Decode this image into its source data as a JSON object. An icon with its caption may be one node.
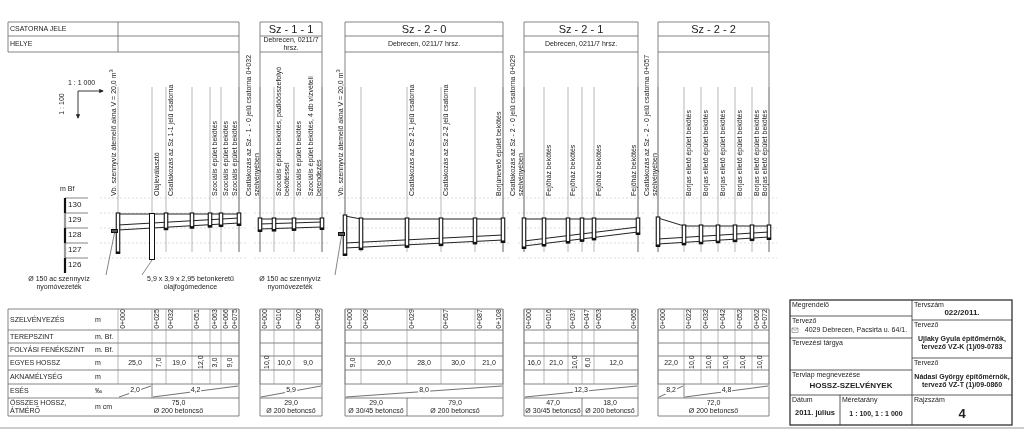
{
  "diagram": {
    "nodes": [
      {
        "text": [
          "Ø 150 ac szennyvíz nyomóvezeték"
        ]
      },
      {
        "text": [
          "5,9 x 3,9 x 2,95 betonkeretű olajfogómedence"
        ]
      },
      {
        "text": [
          "Ø 150 ac szennyvíz nyomóvezeték"
        ]
      },
      {
        "text": [],
        "shape": "bar"
      },
      {
        "text": [],
        "shape": "box"
      },
      {
        "text": [],
        "shape": "bar"
      }
    ],
    "edges": [
      {
        "from": 0,
        "to": 3,
        "arrow": "none"
      },
      {
        "from": 1,
        "to": 4,
        "arrow": "none"
      },
      {
        "from": 2,
        "to": 5,
        "arrow": "none"
      }
    ],
    "labels": [
      "CSATORNA JELE",
      "HELYE",
      "Sz - 1 - 1",
      "Debrecen, 0211/7 hrsz.",
      "Sz - 2 - 0",
      "Debrecen, 0211/7 hrsz.",
      "Sz - 2 - 1",
      "Debrecen, 0211/7 hrsz.",
      "Sz - 2 - 2",
      "1 : 1 000",
      "1 : 100",
      "m Bf",
      "130",
      "129",
      "128",
      "127",
      "126",
      "SZELVÉNYEZÉS",
      "m",
      "TEREPSZINT",
      "m. Bf.",
      "FOLYÁSI FENÉKSZINT",
      "m. Bf.",
      "EGYES HOSSZ",
      "m",
      "AKNAMÉLYSÉG",
      "m",
      "ESÉS",
      "‰",
      "ÖSSZES HOSSZ, ÁTMÉRŐ",
      "m cm",
      "Vb. szennyvíz átemelő akna V = 20,0 m$^{3}$",
      "Olajleválasztó",
      "Csatlakozás az Sz 1-1 jelű csatorna",
      "Szociális épület bekötés",
      "Szociális épület bekötés",
      "Szociális épület bekötés",
      "0+000",
      "0+025",
      "0+032",
      "0+051",
      "0+063",
      "0+066",
      "0+075",
      "25,0",
      "7,0",
      "19,0",
      "12,0",
      "3,0",
      "9,0",
      "2,0",
      "4,2",
      "75,0",
      "Ø 200 betoncső",
      "Csatlakozás az Sz - 1 - 0 jelű csatorna 0+032 szelvényében",
      "Szociális épület bekötés, padlóösszefolyó bekötéssel",
      "Szociális épület bekötés",
      "Szociális épület bekötés, 4 db vízvételi berendezés",
      "0+000",
      "0+010",
      "0+020",
      "0+029",
      "10,0",
      "10,0",
      "9,0",
      "5,9",
      "29,0",
      "Ø 200 betoncső",
      "Vb. szennyvíz átemelő akna V = 20,0 m$^{3}$",
      "Csatlakozás az Sz 2-1 jelű csatorna",
      "Csatlakozás az Sz 2-2 jelű csatorna",
      "Borjúnevelő épület bekötés",
      "0+000",
      "0+009",
      "0+029",
      "0+057",
      "0+087",
      "0+108",
      "9,0",
      "20,0",
      "28,0",
      "30,0",
      "21,0",
      "8,0",
      "29,0",
      "Ø 30/45 betoncső",
      "79,0",
      "Ø 200 betoncső",
      "Csatlakozás az Sz - 2 - 0 jelű csatorna 0+029 szelvényében",
      "Fejőház bekötés",
      "Fejőház bekötés",
      "Fejőház bekötés",
      "Fejőház bekötés",
      "0+000",
      "0+016",
      "0+037",
      "0+047",
      "0+053",
      "0+065",
      "16,0",
      "21,0",
      "10,0",
      "6,0",
      "12,0",
      "12,3",
      "47,0",
      "Ø 30/45 betoncső",
      "18,0",
      "Ø 200 betoncső",
      "Csatlakozás az Sz - 2 - 0 jelű csatorna 0+057 szelvényében",
      "Borjas ellető épület bekötés",
      "Borjas ellető épület bekötés",
      "Borjas ellető épület bekötés",
      "Borjas ellető épület bekötés",
      "Borjas ellető épület bekötés",
      "Borjas ellető épület bekötés",
      "0+000",
      "0+022",
      "0+032",
      "0+042",
      "0+052",
      "0+062",
      "0+072",
      "22,0",
      "10,0",
      "10,0",
      "10,0",
      "10,0",
      "10,0",
      "8,2",
      "4,8",
      "72,0",
      "Ø 200 betoncső",
      "Megrendelő",
      "Tervszám",
      "022/2011.",
      "Tervező",
      "4029 Debrecen, Pacsirta u. 64/1.",
      "Tervező",
      "Ujlaky Gyula építőmérnök, tervező VZ-K (1)/09-0783",
      "Tervezési tárgya",
      "Tervező",
      "Nádasi György építőmérnök, tervező VZ-T (1)/09-0860",
      "Tervlap megnevezése",
      "HOSSZ-SZELVÉNYEK",
      "Dátum",
      "2011. július",
      "Méretarány",
      "1 : 100, 1 : 1 000",
      "Rajzszám",
      "4"
    ]
  }
}
